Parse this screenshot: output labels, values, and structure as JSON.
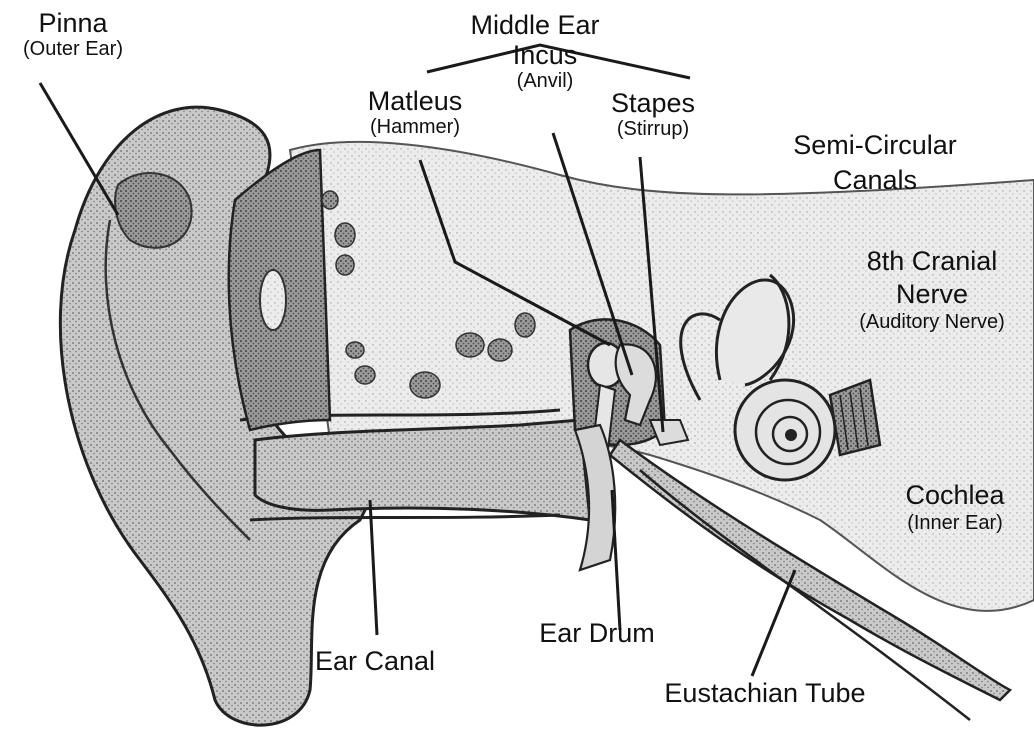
{
  "labels": {
    "pinna": {
      "name": "Pinna",
      "sub": "(Outer Ear)"
    },
    "middle_ear": {
      "name": "Middle Ear"
    },
    "malleus": {
      "name": "Matleus",
      "sub": "(Hammer)"
    },
    "incus": {
      "name": "Incus",
      "sub": "(Anvil)"
    },
    "stapes": {
      "name": "Stapes",
      "sub": "(Stirrup)"
    },
    "semicircular": {
      "line1": "Semi-Circular",
      "line2": "Canals"
    },
    "nerve": {
      "line1": "8th Cranial",
      "line2": "Nerve",
      "sub": "(Auditory Nerve)"
    },
    "cochlea": {
      "name": "Cochlea",
      "sub": "(Inner Ear)"
    },
    "ear_canal": {
      "name": "Ear Canal"
    },
    "ear_drum": {
      "name": "Ear Drum"
    },
    "eustachian": {
      "name": "Eustachian Tube"
    }
  },
  "colors": {
    "ink": "#1a1a1a",
    "bone": "#d9d9d9",
    "tissue": "#bdbdbd",
    "dark_tissue": "#8a8a8a",
    "paper": "#ffffff"
  }
}
